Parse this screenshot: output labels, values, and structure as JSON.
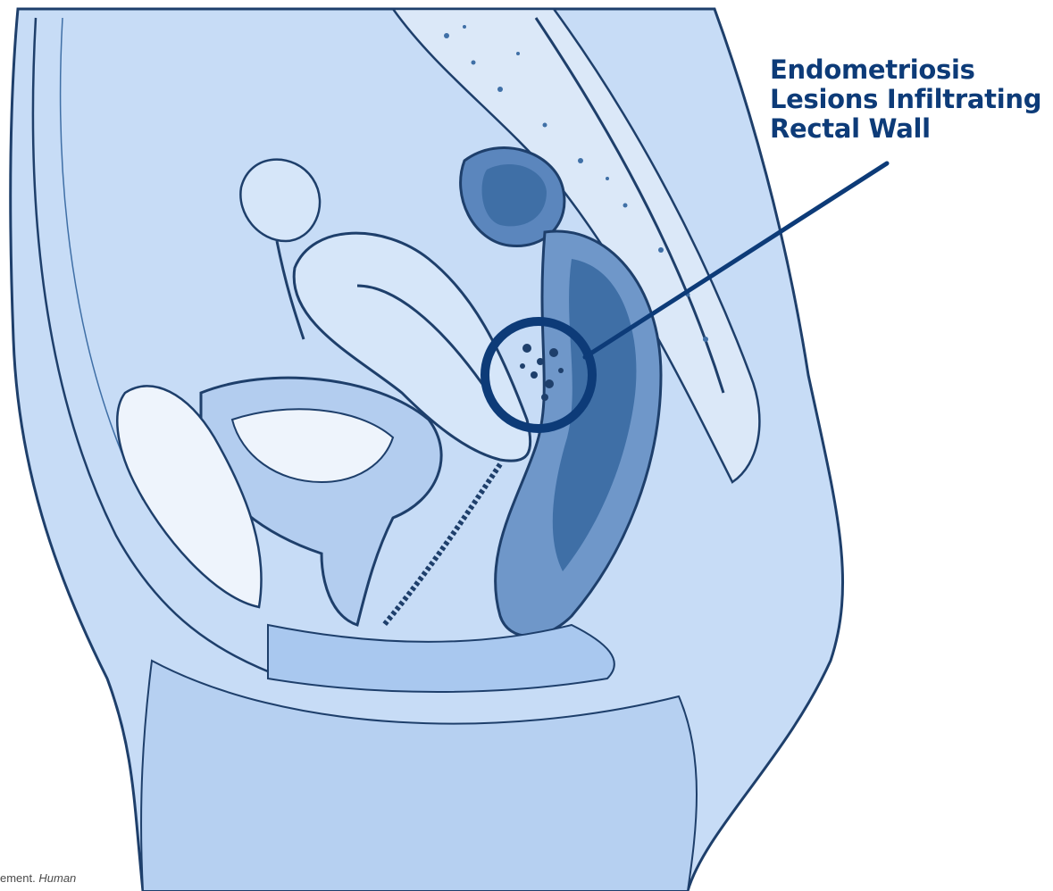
{
  "callout": {
    "line1": "Endometriosis",
    "line2": "Lesions Infiltrating",
    "line3": "Rectal Wall"
  },
  "credit": {
    "prefix": "ement.",
    "italic": "Human"
  },
  "colors": {
    "callout_navy": "#0d3b78",
    "tissue_light": "#d6e6f9",
    "tissue_mid": "#a9c8ef",
    "tissue_dark": "#3f6fa6",
    "outline": "#1e3f6b"
  }
}
